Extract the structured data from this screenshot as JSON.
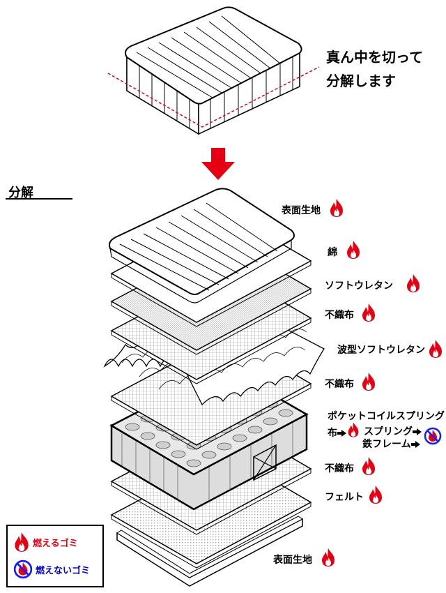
{
  "instruction": {
    "line1": "真ん中を切って",
    "line2": "分解します"
  },
  "section_title": "分解",
  "layers": [
    {
      "label": "表面生地",
      "burnable": true
    },
    {
      "label": "綿",
      "burnable": true
    },
    {
      "label": "ソフトウレタン",
      "burnable": true
    },
    {
      "label": "不織布",
      "burnable": true
    },
    {
      "label": "波型ソフトウレタン",
      "burnable": true
    },
    {
      "label": "不織布",
      "burnable": true
    },
    {
      "label": "ポケットコイルスプリング",
      "burnable": true
    },
    {
      "label": "不織布",
      "burnable": true
    },
    {
      "label": "フェルト",
      "burnable": true
    },
    {
      "label": "表面生地",
      "burnable": true
    }
  ],
  "spring_parts": {
    "cloth": "布",
    "spring": "スプリング",
    "frame": "鉄フレーム"
  },
  "legend": {
    "burnable": "燃えるゴミ",
    "non_burnable": "燃えないゴミ"
  },
  "colors": {
    "flame": "#e60012",
    "cut_line": "#e60012",
    "arrow": "#e60012",
    "non_burnable": "#1a1aff",
    "non_burnable_text": "#0000cc"
  }
}
